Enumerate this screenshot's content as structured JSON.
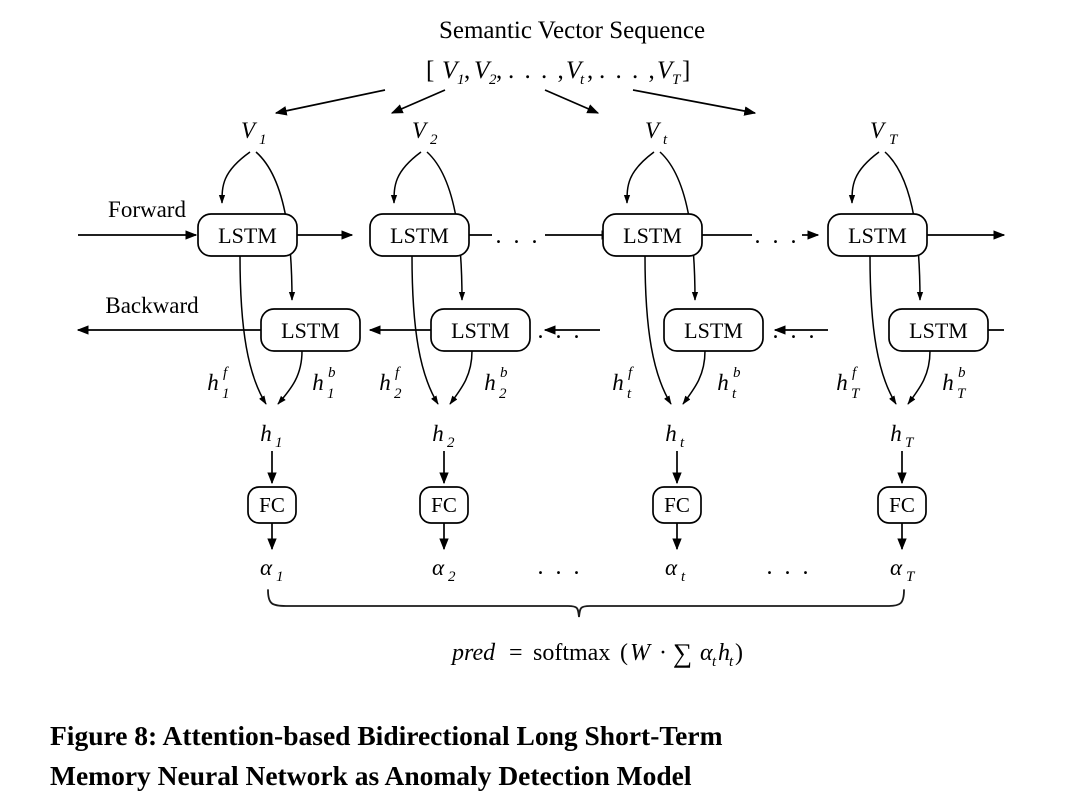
{
  "figure": {
    "header_title": "Semantic Vector Sequence",
    "sequence_notation": "[V₁, V₂, . . . , Vₜ, . . . , Vₜ]",
    "sequence_parts": {
      "open": "[",
      "v1": "V",
      "v1_sub": "1",
      "v2": "V",
      "v2_sub": "2",
      "dots1": ". . . ,",
      "vt": "V",
      "vt_sub": "t",
      "dots2": ". . . ,",
      "vT": "V",
      "vT_sub": "T",
      "close": "]",
      "comma": ","
    },
    "direction_labels": {
      "forward": "Forward",
      "backward": "Backward"
    },
    "node_labels": {
      "lstm": "LSTM",
      "fc": "FC"
    },
    "ellipsis": ". . .",
    "columns": [
      {
        "id": "col-1",
        "v_label": "V",
        "v_sub": "1",
        "hf_label": "h",
        "hf_sub": "1",
        "hf_sup": "f",
        "hb_label": "h",
        "hb_sub": "1",
        "hb_sup": "b",
        "h_label": "h",
        "h_sub": "1",
        "alpha_label": "α",
        "alpha_sub": "1"
      },
      {
        "id": "col-2",
        "v_label": "V",
        "v_sub": "2",
        "hf_label": "h",
        "hf_sub": "2",
        "hf_sup": "f",
        "hb_label": "h",
        "hb_sub": "2",
        "hb_sup": "b",
        "h_label": "h",
        "h_sub": "2",
        "alpha_label": "α",
        "alpha_sub": "2"
      },
      {
        "id": "col-t",
        "v_label": "V",
        "v_sub": "t",
        "hf_label": "h",
        "hf_sub": "t",
        "hf_sup": "f",
        "hb_label": "h",
        "hb_sub": "t",
        "hb_sup": "b",
        "h_label": "h",
        "h_sub": "t",
        "alpha_label": "α",
        "alpha_sub": "t"
      },
      {
        "id": "col-T",
        "v_label": "V",
        "v_sub": "T",
        "hf_label": "h",
        "hf_sub": "T",
        "hf_sup": "f",
        "hb_label": "h",
        "hb_sub": "T",
        "hb_sup": "b",
        "h_label": "h",
        "h_sub": "T",
        "alpha_label": "α",
        "alpha_sub": "T"
      }
    ],
    "formula": {
      "pred": "pred",
      "equals": "=",
      "softmax": "softmax",
      "open_paren": "(",
      "w": "W",
      "dot": "·",
      "sum": "∑",
      "alpha": "α",
      "alpha_sub": "t",
      "h": "h",
      "h_sub": "t",
      "close_paren": ")"
    },
    "caption": {
      "label": "Figure 8:",
      "line1": "Figure 8:  Attention-based  Bidirectional  Long  Short-Term",
      "line2": "Memory Neural Network as Anomaly Detection Model",
      "full": "Figure 8: Attention-based Bidirectional Long Short-Term Memory Neural Network as Anomaly Detection Model"
    },
    "colors": {
      "ink": "#000000",
      "background": "#ffffff",
      "brace": "#1a1a1a"
    }
  }
}
